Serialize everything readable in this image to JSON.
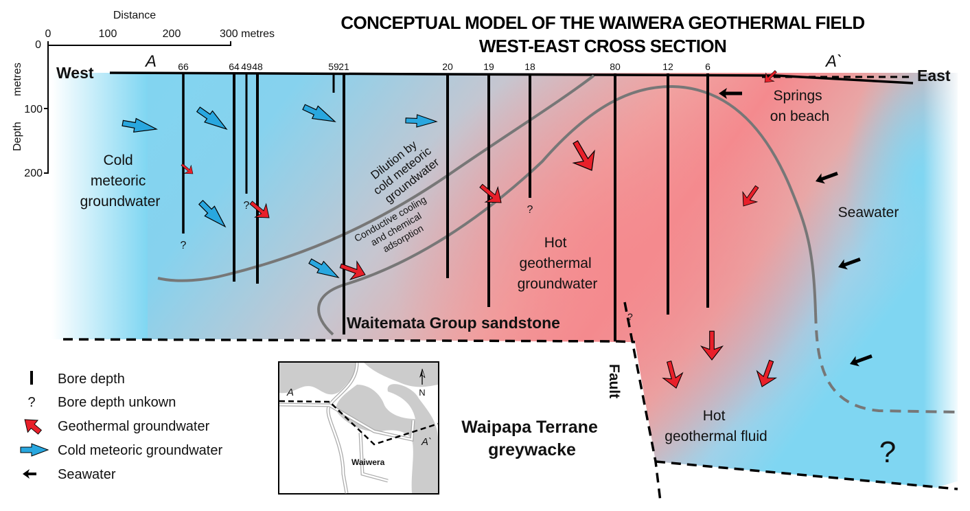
{
  "title": {
    "line1": "CONCEPTUAL MODEL OF THE WAIWERA GEOTHERMAL FIELD",
    "line2": "WEST-EAST CROSS SECTION"
  },
  "scale": {
    "distance_label": "Distance",
    "distance_ticks": [
      "0",
      "100",
      "200",
      "300 metres"
    ],
    "depth_label": "Depth",
    "depth_unit": "metres",
    "depth_ticks": [
      "0",
      "100",
      "200"
    ]
  },
  "section": {
    "west_label": "West",
    "east_label": "East",
    "start_marker": "A",
    "end_marker": "A`"
  },
  "bores": [
    {
      "id": "66",
      "depth_known": false
    },
    {
      "id": "64",
      "depth_known": true
    },
    {
      "id": "49",
      "depth_known": false
    },
    {
      "id": "48",
      "depth_known": true
    },
    {
      "id": "59",
      "depth_known": true
    },
    {
      "id": "21",
      "depth_known": true
    },
    {
      "id": "20",
      "depth_known": true
    },
    {
      "id": "19",
      "depth_known": true
    },
    {
      "id": "18",
      "depth_known": false
    },
    {
      "id": "80",
      "depth_known": true
    },
    {
      "id": "12",
      "depth_known": true
    },
    {
      "id": "6",
      "depth_known": true
    }
  ],
  "unknown_marker": "?",
  "zones": {
    "cold_meteoric": [
      "Cold",
      "meteoric",
      "groundwater"
    ],
    "dilution": [
      "Dilution by",
      "cold meteoric",
      "groundwater"
    ],
    "conductive": [
      "Conductive cooling",
      "and chemical",
      "adsorption"
    ],
    "hot_groundwater": [
      "Hot",
      "geothermal",
      "groundwater"
    ],
    "springs": [
      "Springs",
      "on beach"
    ],
    "seawater": "Seawater",
    "sandstone": "Waitemata Group sandstone",
    "greywacke": [
      "Waipapa Terrane",
      "greywacke"
    ],
    "fault": "Fault",
    "hot_fluid": [
      "Hot",
      "geothermal fluid"
    ],
    "unknown_big": "?"
  },
  "legend": [
    {
      "icon": "bore-depth-icon",
      "label": "Bore depth"
    },
    {
      "icon": "unknown-depth-icon",
      "label": "Bore depth unkown"
    },
    {
      "icon": "geothermal-arrow-icon",
      "label": "Geothermal groundwater"
    },
    {
      "icon": "cold-arrow-icon",
      "label": "Cold meteoric groundwater"
    },
    {
      "icon": "seawater-arrow-icon",
      "label": "Seawater"
    }
  ],
  "inset_map": {
    "place": "Waiwera",
    "north": "N",
    "start_marker": "A",
    "end_marker": "A`"
  },
  "colors": {
    "cold": "#7fd6f2",
    "hot": "#f48a8e",
    "geothermal_arrow": "#e8202a",
    "cold_arrow": "#29a7df",
    "boundary": "#777777",
    "land": "#cccccc"
  }
}
